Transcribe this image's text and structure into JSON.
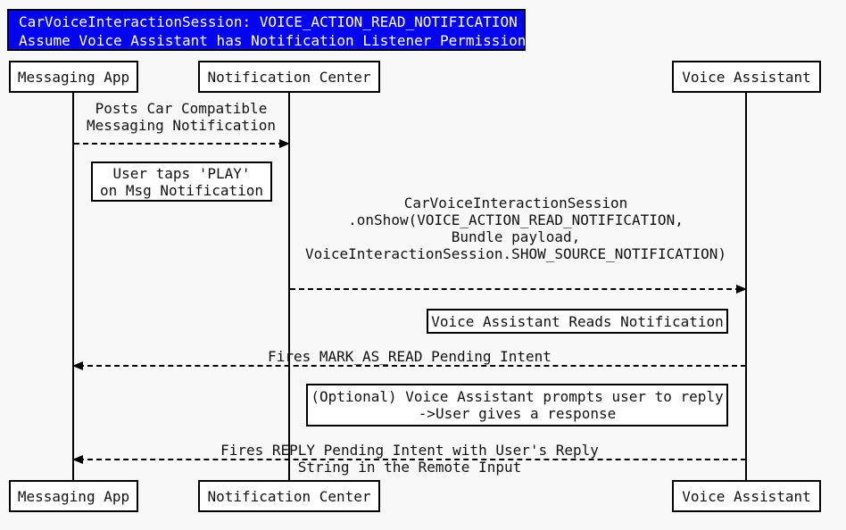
{
  "diagram_type": "sequence-diagram",
  "title": {
    "line1": "CarVoiceInteractionSession: VOICE_ACTION_READ_NOTIFICATION",
    "line2": "Assume Voice Assistant has Notification Listener Permission",
    "text": "CarVoiceInteractionSession: VOICE_ACTION_READ_NOTIFICATION\nAssume Voice Assistant has Notification Listener Permission"
  },
  "actors": [
    {
      "label": "Messaging App"
    },
    {
      "label": "Notification Center"
    },
    {
      "label": "Voice Assistant"
    }
  ],
  "messages": [
    {
      "label": "Posts Car Compatible\nMessaging Notification",
      "from": "Messaging App",
      "to": "Notification Center",
      "line_style": "dashed"
    },
    {
      "label": "CarVoiceInteractionSession\n.onShow(VOICE_ACTION_READ_NOTIFICATION,\nBundle payload,\nVoiceInteractionSession.SHOW_SOURCE_NOTIFICATION)",
      "from": "Notification Center",
      "to": "Voice Assistant",
      "line_style": "dashed"
    },
    {
      "label": "Fires MARK_AS_READ Pending Intent",
      "from": "Voice Assistant",
      "to": "Messaging App",
      "line_style": "dashed"
    },
    {
      "label": "Fires REPLY Pending Intent with User's Reply String in the Remote Input",
      "from": "Voice Assistant",
      "to": "Messaging App",
      "line_style": "dashed"
    }
  ],
  "notes": [
    {
      "label": "User taps 'PLAY'\non Msg Notification"
    },
    {
      "label": "Voice Assistant Reads Notification"
    },
    {
      "label": "(Optional) Voice Assistant prompts user to reply\n->User gives a response"
    }
  ],
  "colors": {
    "background": "#f8f8f8",
    "title_background": "#0404ee",
    "title_text": "#ffffff",
    "box_fill": "#ffffff",
    "stroke": "#000000"
  }
}
